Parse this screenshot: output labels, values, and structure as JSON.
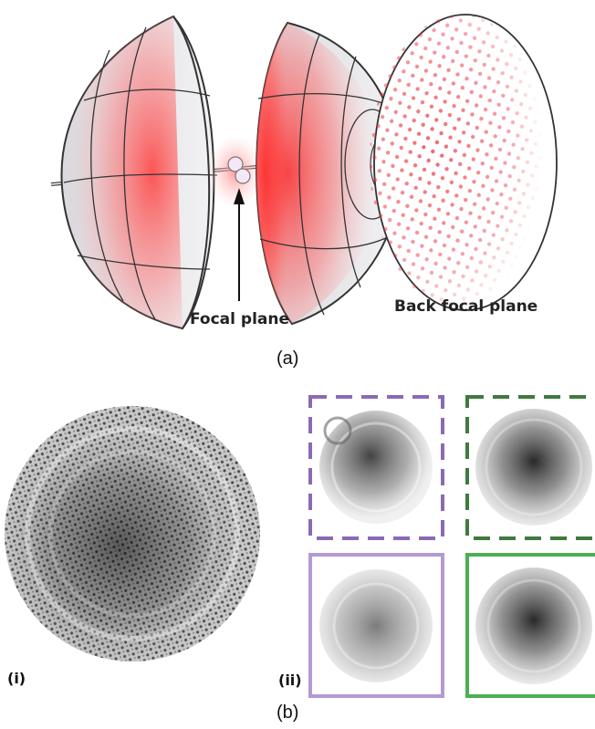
{
  "panel_a": {
    "label_focal_plane": "Focal plane",
    "label_back_focal_plane": "Back focal plane",
    "caption": "(a)"
  },
  "panel_b": {
    "caption": "(b)",
    "sub_i": "(i)",
    "sub_ii": "(ii)",
    "frame_colors": {
      "purple": "#8a6ab5",
      "light_purple": "#b49ad3",
      "dark_green": "#3f7a3f",
      "green": "#4caf50"
    }
  }
}
